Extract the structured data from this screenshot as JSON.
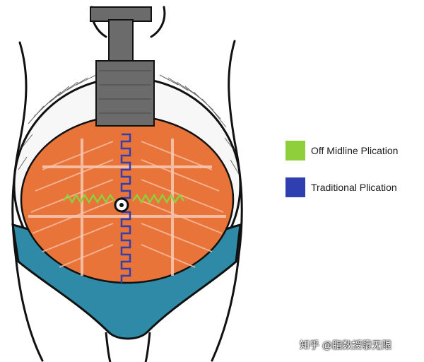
{
  "colors": {
    "outline": "#111111",
    "fat": "#f7f7f7",
    "muscle": "#e8743a",
    "muscle_line": "#f4b79a",
    "garment": "#2e8aa6",
    "retractor": "#6b6b6b",
    "off_midline": "#8fcf3c",
    "traditional": "#2f3fb0"
  },
  "legend": {
    "items": [
      {
        "label": "Off Midline Plication",
        "color": "#8fcf3c"
      },
      {
        "label": "Traditional Plication",
        "color": "#2f3fb0"
      }
    ]
  },
  "watermark": "知乎 @脂数授隳无限",
  "icons": {
    "umbilicus": "umbilicus-icon",
    "retractor": "retractor-icon"
  }
}
